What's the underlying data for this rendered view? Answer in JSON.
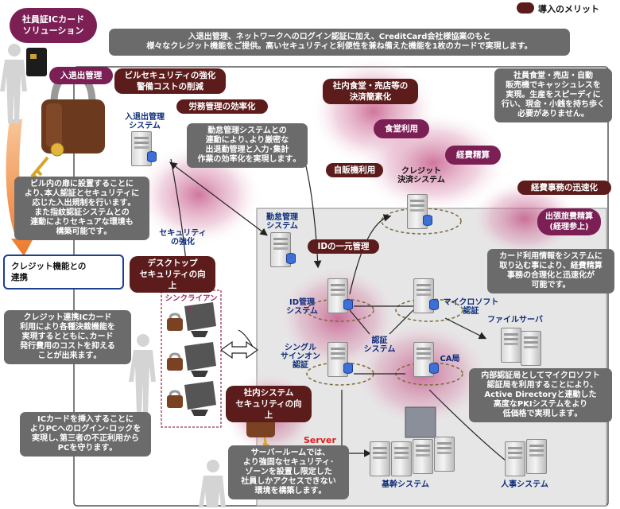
{
  "legend": {
    "label": "導入のメリット",
    "color": "#5c1c1c"
  },
  "title_badge": "社員証ICカード\nソリューション",
  "intro": "入退出管理、ネットワークへのログイン認証に加え、CreditCard会社様協業のもと\n様々なクレジット機能をご提供。高いセキュリティと利便性を兼ね備えた機能を1枚のカードで実現します。",
  "merits": {
    "entry": "入退出管理",
    "building_security": "ビルセキュリティの強化\n警備コストの削減",
    "labor_efficiency": "労務管理の効率化",
    "cafeteria": "社内食堂・売店等の\n決済簡素化",
    "meal": "食堂利用",
    "expense": "経費精算",
    "vending": "自販機利用",
    "expense_speed": "経費事務の迅速化",
    "trip": "出張旅費精算\n(経理参上)",
    "id_unify": "IDの一元管理",
    "desktop": "デスクトップ\nセキュリティの向上",
    "internal": "社内システム\nセキュリティの向上",
    "credit_link": "クレジット機能との\n連携"
  },
  "notes": {
    "door": "ビル内の扉に設置することに\nより､本人認証とセキュリティに\n応じた入出規制を行います｡\nまた指紋認証システムとの\n連動によりセキュアな環境も\n構築可能です｡",
    "attendance": "勤怠管理システムとの\n連動により､より厳密な\n出退勤管理と入力･集計\n作業の効率化を実現します｡",
    "cashless": "社員食堂・売店・自動\n販売機でキャッシュレスを\n実現。生産をスピーディに\n行い、現金・小銭を持ち歩く\n必要がありません。",
    "card_info": "カード利用情報をシステムに\n取り込む事により、経費精算\n事務の合理化と迅速化が\n可能です。",
    "credit": "クレジット連携ICカード\n利用により各種決裁機能を\n実現するとともに､カード\n発行費用のコストを抑える\nことが出来ます｡",
    "pc": "ICカードを挿入することに\nよりPCへのログイン･ロックを\n実現し､第三者の不正利用から\nPCを守ります｡",
    "ca": "内部認証局としてマイクロソフト\n認証局を利用することにより､\nActive Directoryと連動した\n高度なPKIシステムをより\n低価格で実現します｡",
    "server_room": "サーバールームでは､\nより強固なセキュリティ･\nゾーンを設置し限定した\n社員しかアクセスできない\n環境を構築します｡"
  },
  "systems": {
    "entry_sys": "入退出管理\nシステム",
    "attendance_sys": "勤怠管理\nシステム",
    "credit_sys": "クレジット\n決済システム",
    "id_sys": "ID管理\nシステム",
    "ms_auth": "マイクロソフト\n認証",
    "file": "ファイルサーバ",
    "auth_sys": "認証\nシステム",
    "sso": "シングル\nサインオン\n認証",
    "ca_sys": "CA局",
    "core": "基幹システム",
    "hr": "人事システム",
    "server_label": "Server",
    "thin": "シンクライアント",
    "sec_up": "セキュリティ\nの強化"
  }
}
